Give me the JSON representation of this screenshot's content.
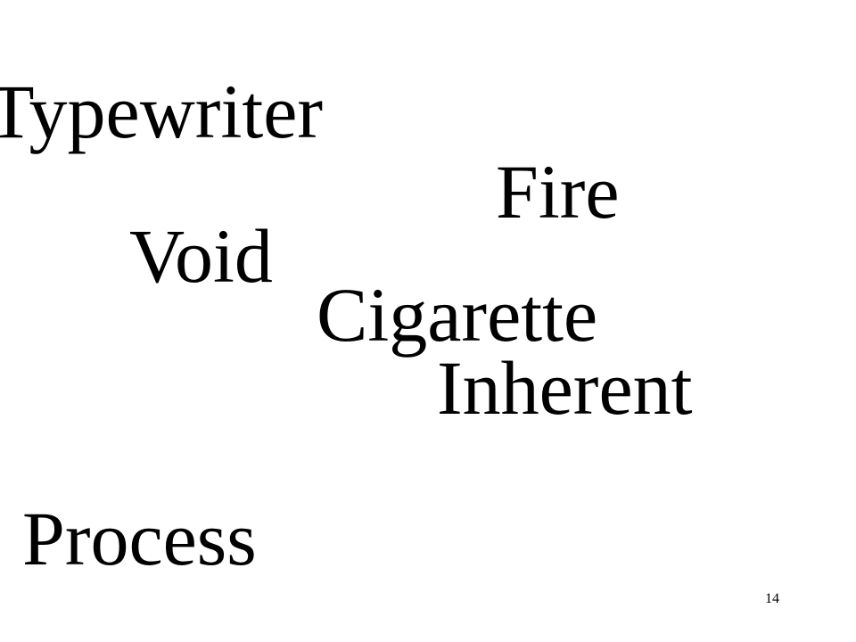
{
  "slide": {
    "words": {
      "typewriter": "Typewriter",
      "fire": "Fire",
      "void": "Void",
      "cigarette": "Cigarette",
      "inherent": "Inherent",
      "process": "Process"
    },
    "page_number": "14"
  }
}
